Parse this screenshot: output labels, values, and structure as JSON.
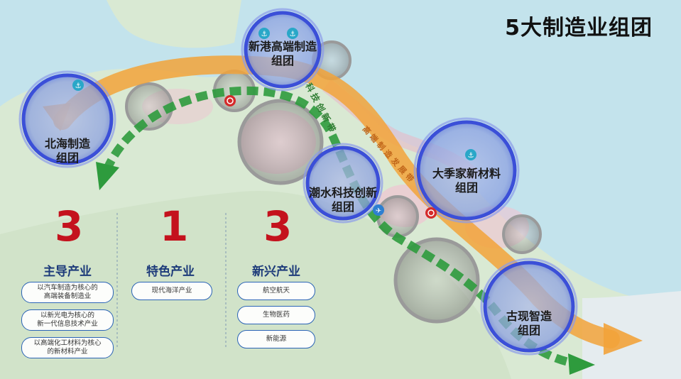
{
  "title": "5大制造业组团",
  "clusters": {
    "xingang": [
      "新港高端制造",
      "组团"
    ],
    "beihai": [
      "北海制造",
      "组团"
    ],
    "chaoshui": [
      "潮水科技创新",
      "组团"
    ],
    "dajijia": [
      "大季家新材料",
      "组团"
    ],
    "guxian": [
      "古现智造",
      "组团"
    ]
  },
  "corridors": {
    "green": "科技创新带",
    "orange": "高端制造发展带"
  },
  "industries": [
    {
      "number": "3",
      "title": "主导产业",
      "items": [
        "以汽车制造为核心的\n高端装备制造业",
        "以新光电为核心的\n新一代信息技术产业",
        "以高端化工材料为核心\n的新材料产业"
      ]
    },
    {
      "number": "1",
      "title": "特色产业",
      "items": [
        "现代海洋产业"
      ]
    },
    {
      "number": "3",
      "title": "新兴产业",
      "items": [
        "航空航天",
        "生物医药",
        "新能源"
      ]
    }
  ],
  "colors": {
    "sea": "#bfe1ea",
    "land": "#d7e8d2",
    "cluster_ring": "#3b4fd8",
    "orange_band": "#f2a33a",
    "green_band": "#2e9b3d",
    "number_red": "#c4121d",
    "industry_title": "#1d3b7a"
  },
  "icons": [
    "port-icon",
    "railway-station-icon",
    "airport-icon"
  ]
}
